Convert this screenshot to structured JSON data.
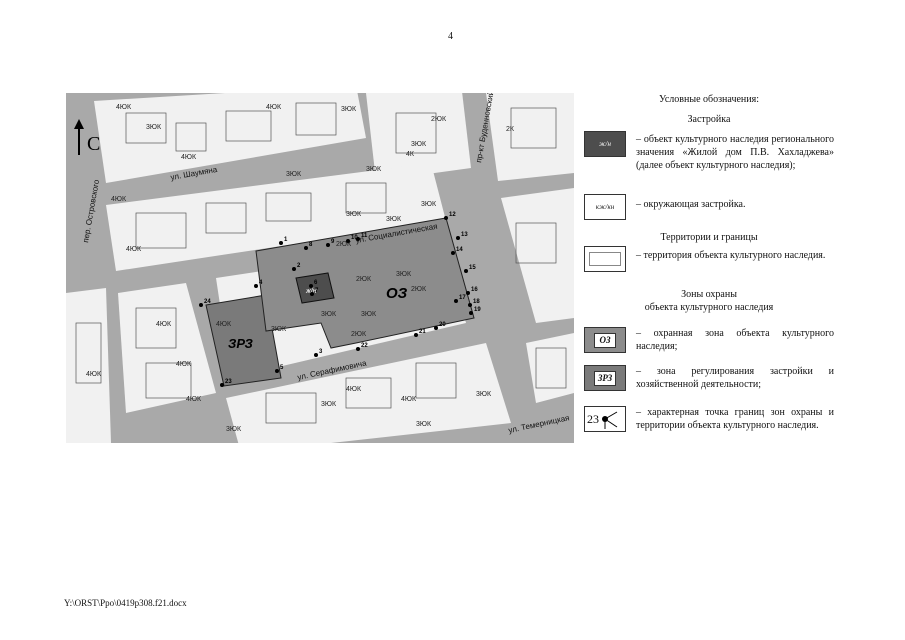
{
  "page_number": "4",
  "footer": "Y:\\ORST\\Ppo\\0419p308.f21.docx",
  "map": {
    "north": "С",
    "streets": {
      "shaumyana": "ул. Шаумяна",
      "ostrovskogo": "пер. Островского",
      "budennovsky": "пр-кт Буденновский",
      "sotsialisticheskaya": "ул. Социалистическая",
      "serafimovicha": "ул. Серафимовича",
      "temernitskaya": "ул. Темерницкая"
    },
    "zone_labels": {
      "oz": "ОЗ",
      "zrz": "ЗРЗ",
      "object": "ж/н"
    },
    "building_labels": [
      "4ЮК",
      "4ЮК",
      "2К",
      "3ЮК",
      "4ЮК",
      "3ЮК",
      "3ЮК",
      "4ЮК",
      "4К",
      "3ЮК",
      "3ЮК",
      "3ЮК",
      "4ЮК",
      "2ЮК",
      "4ЮК",
      "3ЮК",
      "3ЮК",
      "3ЮК",
      "2ЮК",
      "2ЮК",
      "4ЮК",
      "2ЮК",
      "3ЮК",
      "4ЮК",
      "4ЮК",
      "4ЮК",
      "3ЮК",
      "3ЮК",
      "4ЮК",
      "3ЮК",
      "3ЮК",
      "4ЮК",
      "3ЮК",
      "2ЮК",
      "3ЮК"
    ],
    "points": [
      "1",
      "2",
      "3",
      "4",
      "5",
      "6",
      "7",
      "8",
      "9",
      "10",
      "11",
      "12",
      "13",
      "14",
      "15",
      "16",
      "17",
      "18",
      "19",
      "20",
      "21",
      "22",
      "23",
      "24"
    ]
  },
  "legend": {
    "title": "Условные обозначения:",
    "section_building": "Застройка",
    "object_symbol": "ж/н",
    "object_desc": "– объект культурного наследия регионального значения «Жилой дом П.В. Хахладжева» (далее объект культурного наследия);",
    "surrounding_symbol": "кж/кн",
    "surrounding_desc": "– окружающая застройка.",
    "section_territories": "Территории и границы",
    "territory_desc": "– территория объекта культурного наследия.",
    "section_zones_1": "Зоны охраны",
    "section_zones_2": "объекта культурного наследия",
    "oz_symbol": "ОЗ",
    "oz_desc": "– охранная зона объекта культурного наследия;",
    "zrz_symbol": "ЗРЗ",
    "zrz_desc": "– зона регулирования застройки и хозяйственной деятельности;",
    "point_symbol": "23",
    "point_desc": "– характерная точка границ зон охраны и территории объекта культурного наследия."
  },
  "colors": {
    "street": "#a9a9a9",
    "block": "#f1f1f1",
    "oz": "#8c8c8c",
    "zrz": "#7a7a7a",
    "object": "#4d4d4d"
  }
}
